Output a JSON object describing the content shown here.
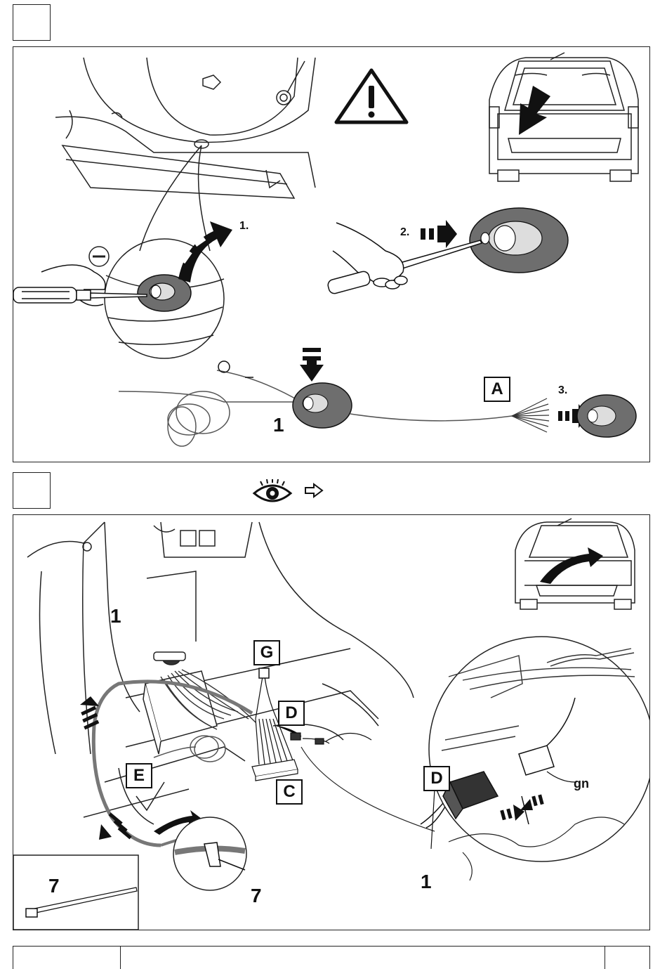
{
  "panel1": {
    "step_labels": [
      "1.",
      "2.",
      "3."
    ],
    "part_number": "1",
    "box_label": "A",
    "icons": [
      "warning-triangle-icon",
      "screwdriver-icon",
      "grommet-icon",
      "car-rear-icon",
      "push-arrow-icon"
    ]
  },
  "panel2": {
    "part_number_top": "1",
    "part_number_bottom": "1",
    "box_labels": {
      "G": "G",
      "D_top": "D",
      "C": "C",
      "E": "E",
      "D_detail": "D"
    },
    "wire_color": "gn",
    "cable_tie_number": "7",
    "inset_number": "7",
    "header_icons": [
      "eye-icon",
      "right-arrow-icon"
    ]
  },
  "colors": {
    "grommet": "#6e6e6e",
    "line": "#222222",
    "wire": "#777777"
  }
}
